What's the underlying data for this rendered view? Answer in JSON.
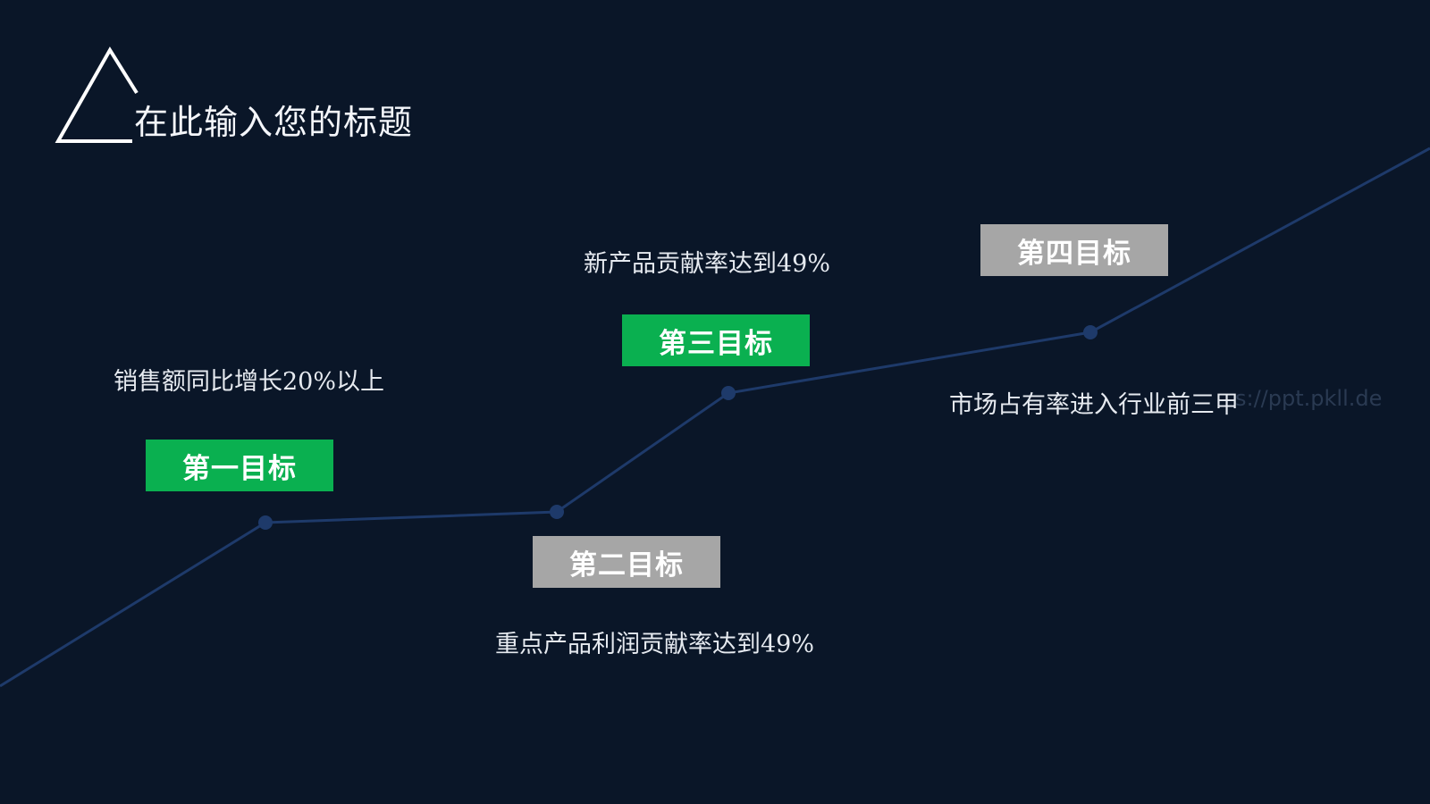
{
  "slide": {
    "title": "在此输入您的标题",
    "background_color": "#0a1628",
    "line_color": "#1e3a6a",
    "accent_color": "#0ab050",
    "muted_color": "#a6a6a6"
  },
  "goals": [
    {
      "label": "第一目标",
      "description": "销售额同比增长20%以上",
      "color": "#0ab050"
    },
    {
      "label": "第二目标",
      "description": "重点产品利润贡献率达到49%",
      "color": "#a6a6a6"
    },
    {
      "label": "第三目标",
      "description": "新产品贡献率达到49%",
      "color": "#0ab050"
    },
    {
      "label": "第四目标",
      "description": "市场占有率进入行业前三甲",
      "color": "#a6a6a6"
    }
  ],
  "watermark": "s://ppt.pkll.de",
  "icons": {
    "title_decoration": "triangle-icon"
  }
}
